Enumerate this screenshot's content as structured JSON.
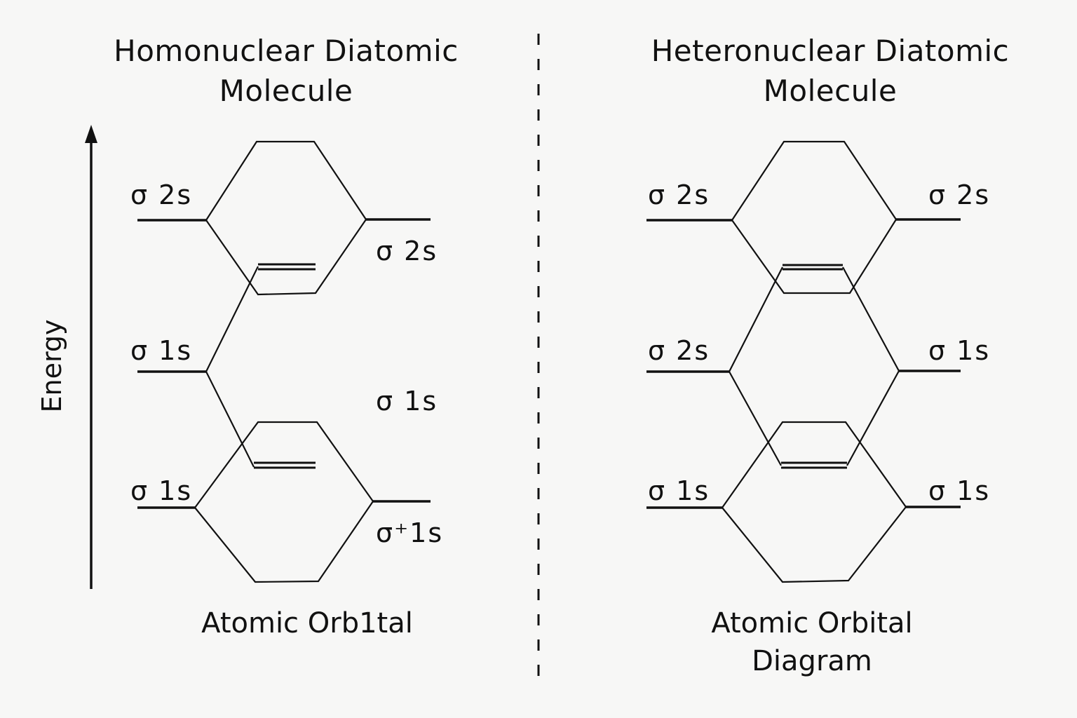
{
  "left_panel": {
    "title_line1": "Homonuclear Diatomic",
    "title_line2": "Molecule",
    "axis_label": "Energy",
    "labels": {
      "left_upper": "σ 2s",
      "right_upper": "σ 2s",
      "left_middle": "σ 1s",
      "center_middle": "σ 1s",
      "left_lower": "σ 1s",
      "right_lower": "σ⁺1s"
    },
    "footer": "Atomic Orb1tal"
  },
  "right_panel": {
    "title_line1": "Heteronuclear Diatomic",
    "title_line2": "Molecule",
    "labels": {
      "left_upper": "σ 2s",
      "right_upper": "σ 2s",
      "left_middle": "σ 2s",
      "right_middle": "σ 1s",
      "left_lower": "σ 1s",
      "right_lower": "σ 1s"
    },
    "footer_line1": "Atomic Orbital",
    "footer_line2": "Diagram"
  },
  "colors": {
    "background": "#f7f7f6",
    "ink": "#111111"
  }
}
